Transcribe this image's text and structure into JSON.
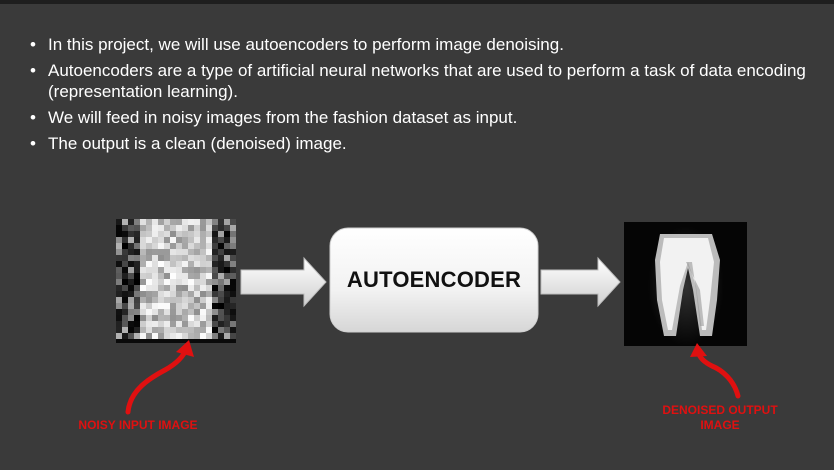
{
  "slide": {
    "bullets": [
      "In this project, we will use autoencoders to perform image denoising.",
      "Autoencoders are a type of artificial neural networks that are used to perform a task of data encoding (representation learning).",
      "We will feed in noisy images from the fashion dataset as input.",
      "The output is a clean (denoised) image."
    ]
  },
  "diagram": {
    "box_label": "AUTOENCODER",
    "noisy_label": "NOISY INPUT IMAGE",
    "denoised_label": "DENOISED OUTPUT IMAGE"
  },
  "colors": {
    "background": "#3a3a3a",
    "callout": "#e01010",
    "text": "#ffffff"
  }
}
